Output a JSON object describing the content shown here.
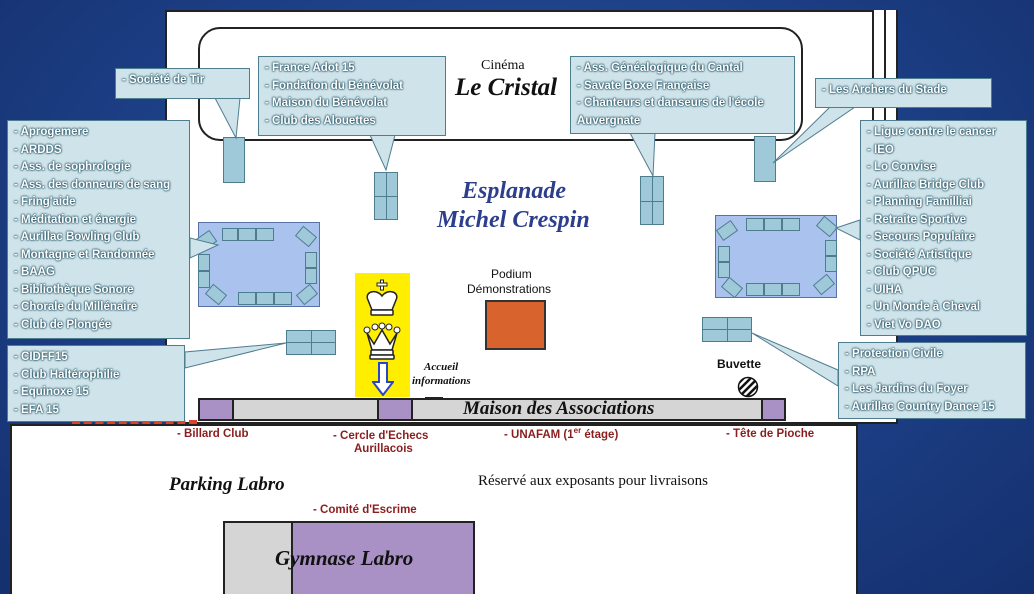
{
  "cinema": {
    "small": "Cinéma",
    "name": "Le Cristal"
  },
  "esplanade": {
    "line1": "Esplanade",
    "line2": "Michel Crespin"
  },
  "podium": {
    "line1": "Podium",
    "line2": "Démonstrations"
  },
  "accueil": {
    "line1": "Accueil",
    "line2": "informations"
  },
  "buvette": "Buvette",
  "maison": "Maison des Associations",
  "parking": "Parking Labro",
  "reserve": "Réservé aux exposants pour livraisons",
  "gymnase": "Gymnase Labro",
  "bottom_labels": {
    "billard": "- Billard Club",
    "echecs_1": "- Cercle d'Echecs",
    "echecs_2": "Aurillacois",
    "unafam_a": "- UNAFAM (1",
    "unafam_sup": "er",
    "unafam_b": " étage)",
    "tete": "- Tête de Pioche",
    "escrime": "- Comité d'Escrime"
  },
  "callouts": {
    "tir": [
      "- Société de Tir"
    ],
    "france_adot": [
      "- France Adot 15",
      "- Fondation du Bénévolat",
      "- Maison du Bénévolat",
      "- Club des Alouettes"
    ],
    "genealogique": [
      "- Ass. Généalogique du Cantal",
      "- Savate Boxe Française",
      "- Chanteurs et danseurs de l'école",
      "Auvergnate"
    ],
    "archers": [
      "- Les Archers du Stade"
    ],
    "left_main": [
      "- Aprogemere",
      "- ARDDS",
      "- Ass. de sophrologie",
      "- Ass. des donneurs de sang",
      "- Fring'aide",
      "- Méditation et énergie",
      "- Aurillac Bowling Club",
      "- Montagne et Randonnée",
      "- BAAG",
      "- Bibliothèque Sonore",
      "- Chorale du Millénaire",
      "- Club de Plongée"
    ],
    "left_lower": [
      "- CIDFF15",
      "- Club Haltérophilie",
      "- Equinoxe 15",
      "- EFA 15"
    ],
    "right_main": [
      "- Ligue contre le cancer",
      "- IEO",
      "- Lo Convise",
      "- Aurillac Bridge Club",
      "- Planning Familliai",
      "- Retraite Sportive",
      "- Secours Populaire",
      "- Société Artistique",
      "- Club QPUC",
      "- UIHA",
      "- Un Monde à Cheval",
      "- Viet Vo DAO"
    ],
    "right_lower": [
      "- Protection Civile",
      "- RPA",
      "- Les Jardins du Foyer",
      "- Aurillac Country Dance 15"
    ]
  },
  "colors": {
    "background": "#1d3f86",
    "callout": "#cfe4ea",
    "maison_ends": "#a991c6",
    "podium": "#d9632c",
    "chess_highlight": "#ffee00",
    "label_red": "#8a1e1e"
  }
}
